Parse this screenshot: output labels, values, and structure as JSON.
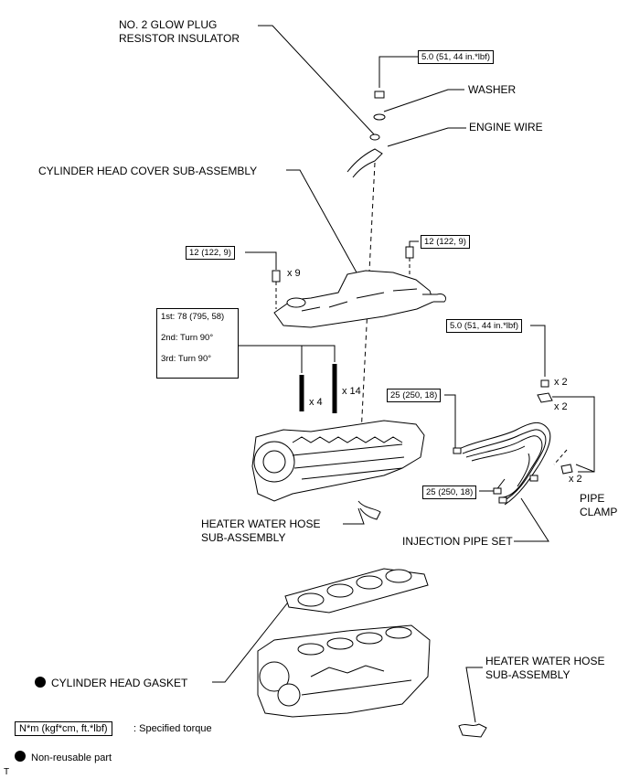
{
  "labels": {
    "glow_plug": "NO. 2 GLOW PLUG RESISTOR INSULATOR",
    "washer": "WASHER",
    "engine_wire": "ENGINE WIRE",
    "head_cover": "CYLINDER HEAD COVER SUB-ASSEMBLY",
    "heater_hose_upper": "HEATER WATER HOSE SUB-ASSEMBLY",
    "injection_pipe": "INJECTION PIPE SET",
    "pipe_clamp": "PIPE CLAMP",
    "head_gasket": "CYLINDER HEAD GASKET",
    "heater_hose_lower": "HEATER WATER HOSE SUB-ASSEMBLY"
  },
  "torques": {
    "nut_top": "5.0 (51, 44 in.*lbf)",
    "cover_left": "12 (122, 9)",
    "cover_right": "12 (122, 9)",
    "clamp_nut": "5.0 (51, 44 in.*lbf)",
    "pipe_upper": "25 (250, 18)",
    "pipe_lower": "25 (250, 18)"
  },
  "head_bolt_steps": [
    "1st: 78 (795, 58)",
    "2nd: Turn 90°",
    "3rd: Turn 90°"
  ],
  "quantities": {
    "cover_bolts": "x 9",
    "short_bolts": "x 4",
    "long_bolts": "x 14",
    "clamp_nuts": "x 2",
    "clamps": "x 2",
    "clamp_bolts": "x 2"
  },
  "legend": {
    "torque_box": "N*m (kgf*cm, ft.*lbf)",
    "torque_text": ": Specified torque",
    "nonreusable_text": "Non-reusable part"
  },
  "corner_mark": "T"
}
